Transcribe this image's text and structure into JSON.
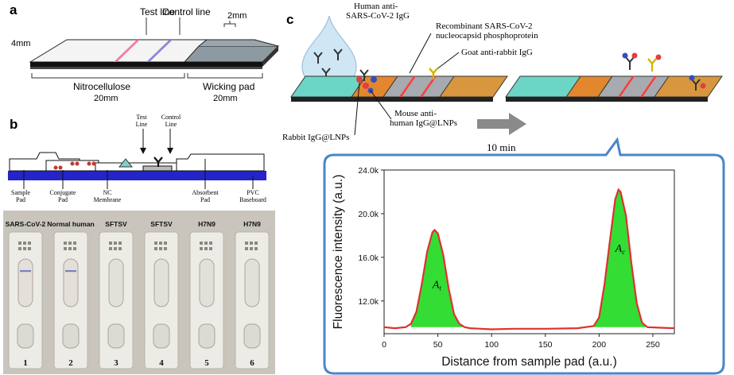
{
  "panels": {
    "a": {
      "letter": "a",
      "test_line": "Test line",
      "control_line": "Control line",
      "width_4mm": "4mm",
      "width_2mm": "2mm",
      "nitrocellulose": "Nitrocellulose",
      "nitro_len": "20mm",
      "wicking_pad": "Wicking pad",
      "wicking_len": "20mm"
    },
    "b": {
      "letter": "b",
      "test_line": [
        "Test",
        "Line"
      ],
      "control_line": [
        "Control",
        "Line"
      ],
      "sample_pad": [
        "Sample",
        "Pad"
      ],
      "conjugate_pad": [
        "Conjugate",
        "Pad"
      ],
      "nc_membrane": [
        "NC",
        "Membrane"
      ],
      "absorbent_pad": [
        "Absorbent",
        "Pad"
      ],
      "pvc_baseboard": [
        "PVC",
        "Baseboard"
      ],
      "strips": [
        {
          "label": "SARS-CoV-2",
          "num": "1"
        },
        {
          "label": "Normal human",
          "num": "2"
        },
        {
          "label": "SFTSV",
          "num": "3"
        },
        {
          "label": "SFTSV",
          "num": "4"
        },
        {
          "label": "H7N9",
          "num": "5"
        },
        {
          "label": "H7N9",
          "num": "6"
        }
      ]
    },
    "c": {
      "letter": "c",
      "human_igg": [
        "Human anti-",
        "SARS-CoV-2 IgG"
      ],
      "recombinant": [
        "Recombinant SARS-CoV-2",
        "nucleocapsid phosphoprotein"
      ],
      "goat": "Goat anti-rabbit IgG",
      "mouse": [
        "Mouse anti-",
        "human IgG@LNPs"
      ],
      "rabbit": "Rabbit IgG@LNPs",
      "time": "10 min"
    }
  },
  "chart_data": {
    "type": "line",
    "xlabel": "Distance from sample pad (a.u.)",
    "ylabel": "Fluorescence intensity (a.u.)",
    "xlim": [
      0,
      270
    ],
    "ylim": [
      9000,
      24000
    ],
    "x_ticks": [
      "0",
      "50",
      "100",
      "150",
      "200",
      "250"
    ],
    "y_ticks": [
      "12.0k",
      "16.0k",
      "20.0k",
      "24.0k"
    ],
    "series": [
      {
        "color": "#e03030",
        "fill": "#33dd33",
        "x": [
          0,
          10,
          20,
          25,
          30,
          35,
          40,
          45,
          47,
          50,
          55,
          60,
          65,
          70,
          75,
          80,
          90,
          100,
          120,
          150,
          180,
          195,
          200,
          205,
          210,
          215,
          218,
          220,
          225,
          230,
          235,
          240,
          245,
          255,
          270
        ],
        "y": [
          9600,
          9500,
          9600,
          9900,
          11000,
          13500,
          16500,
          18300,
          18500,
          18200,
          16200,
          13200,
          10800,
          9900,
          9600,
          9500,
          9450,
          9400,
          9450,
          9450,
          9500,
          9700,
          10500,
          13500,
          17500,
          21300,
          22200,
          22000,
          19800,
          15500,
          11800,
          10000,
          9600,
          9550,
          9500
        ]
      }
    ],
    "annotations": [
      {
        "text": "A",
        "sub": "t",
        "x": 45,
        "y": 13200
      },
      {
        "text": "A",
        "sub": "c",
        "x": 215,
        "y": 16500
      }
    ]
  },
  "colors": {
    "strip_blue": "#2424c8",
    "pad_teal": "#6cd6c6",
    "pad_orange": "#e3872e",
    "pad_tan": "#d8973e",
    "chart_border": "#4a86c8"
  }
}
